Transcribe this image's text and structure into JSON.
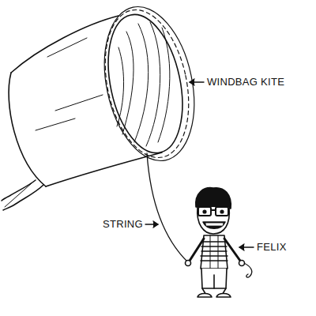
{
  "diagram": {
    "labels": [
      "WINDBAG KITE",
      "STRING",
      "FELIX"
    ]
  }
}
